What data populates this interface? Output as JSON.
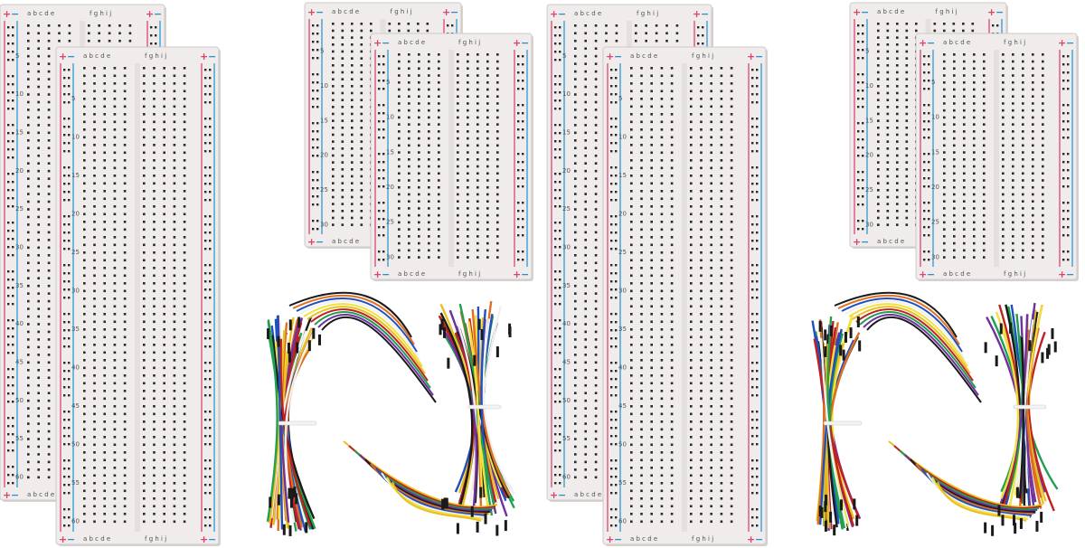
{
  "scene": {
    "description_free": true,
    "colors": {
      "board_body": "#efeceb",
      "board_shadow": "#d6d2d0",
      "hole": "#2a2a2a",
      "rail_red": "#e0527a",
      "rail_blue": "#3aa0d8",
      "sign_red": "#e0406a",
      "sign_blue": "#2a8fd0"
    },
    "wire_colors": [
      "#1a1a1a",
      "#e8c020",
      "#e07020",
      "#c02020",
      "#2050c0",
      "#20a050",
      "#f0f0f0",
      "#7030a0",
      "#f0e040"
    ]
  },
  "boards": {
    "column_letters_left": "a b c d e",
    "column_letters_right": "f g h i j",
    "plus_sign": "+",
    "minus_sign": "−",
    "large": {
      "row_numbers": [
        "5",
        "10",
        "15",
        "20",
        "25",
        "30",
        "35",
        "40",
        "45",
        "50",
        "55",
        "60"
      ]
    },
    "small": {
      "row_numbers": [
        "5",
        "10",
        "15",
        "20",
        "25",
        "30"
      ]
    }
  },
  "groups": [
    {
      "id": "set-1",
      "size": "large"
    },
    {
      "id": "set-2",
      "size": "small"
    },
    {
      "id": "set-3",
      "size": "large"
    },
    {
      "id": "set-4",
      "size": "small"
    }
  ],
  "wire_bundles": [
    {
      "id": "bundle-1"
    },
    {
      "id": "bundle-2"
    }
  ]
}
